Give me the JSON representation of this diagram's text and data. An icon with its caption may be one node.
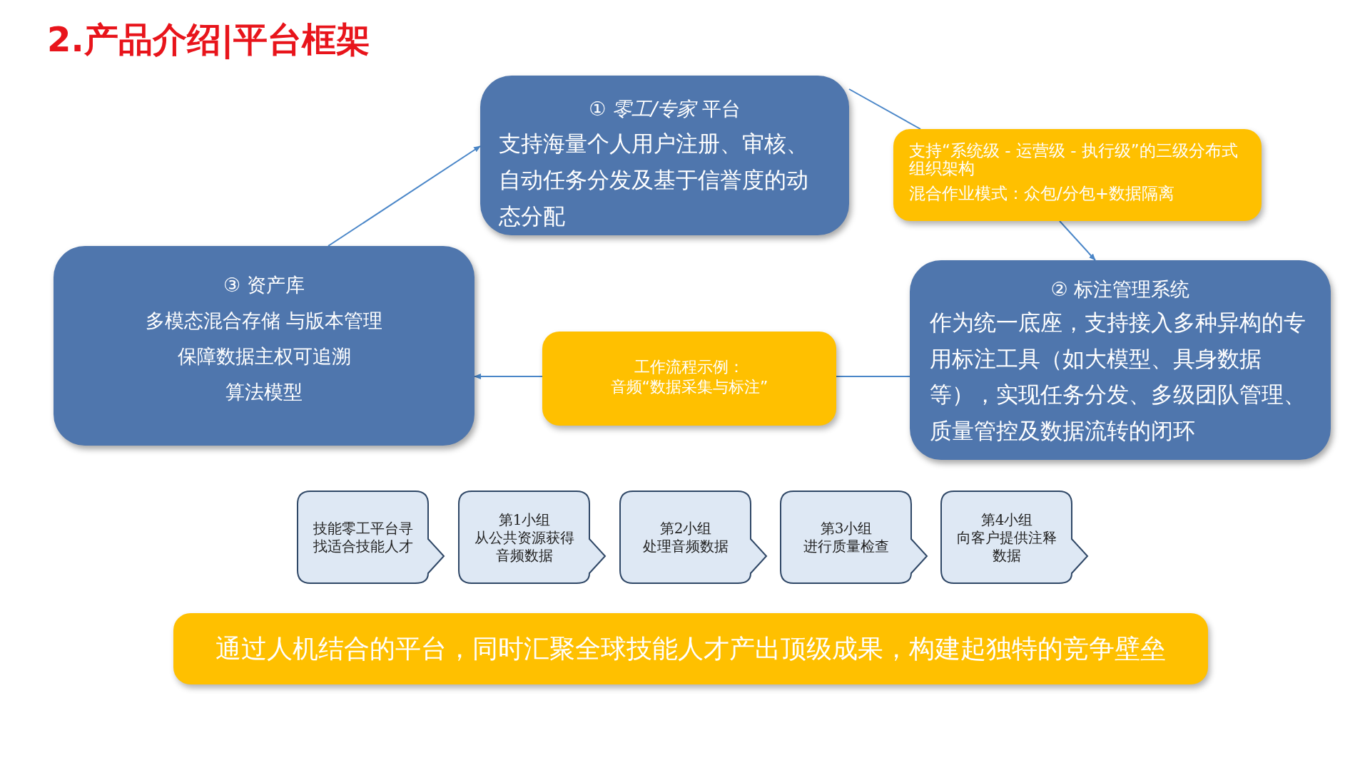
{
  "diagram": {
    "title": "2.产品介绍|平台框架",
    "nodes": [
      {
        "text": [
          "① *零工/专家* 平台",
          "支持海量个人用户注册、审核、自动任务分发及基于信誉度的动态分配"
        ]
      },
      {
        "text": [
          "支持“系统级 - 运营级 - 执行级”的三级分布式组织架构",
          "混合作业模式：众包/分包+数据隔离"
        ]
      },
      {
        "text": [
          "② 标注管理系统",
          "作为统一底座，支持接入多种异构的专用标注工具（如大模型、具身数据等），实现任务分发、多级团队管理、质量管控及数据流转的闭环"
        ]
      },
      {
        "text": [
          "③ 资产库",
          "多模态混合存储 与版本管理",
          "保障数据主权可追溯",
          "算法模型"
        ]
      },
      {
        "text": [
          "工作流程示例：",
          "音频“数据采集与标注”"
        ]
      },
      {
        "text": [
          "技能零工平台寻找适合技能人才"
        ]
      },
      {
        "text": [
          "第1小组",
          "从公共资源获得音频数据"
        ]
      },
      {
        "text": [
          "第2小组",
          "处理音频数据"
        ]
      },
      {
        "text": [
          "第3小组",
          "进行质量检查"
        ]
      },
      {
        "text": [
          "第4小组",
          "向客户提供注释数据"
        ]
      },
      {
        "text": [
          "通过人机结合的平台，同时汇聚全球技能人才产出顶级成果，构建起独特的竞争壁垒"
        ]
      }
    ],
    "edges": [
      {
        "from": 3,
        "to": 0,
        "arrow": "to"
      },
      {
        "from": 0,
        "to": 1,
        "arrow": "none"
      },
      {
        "from": 1,
        "to": 2,
        "arrow": "to"
      },
      {
        "from": 2,
        "to": 4,
        "arrow": "none"
      },
      {
        "from": 4,
        "to": 3,
        "arrow": "to"
      }
    ]
  }
}
